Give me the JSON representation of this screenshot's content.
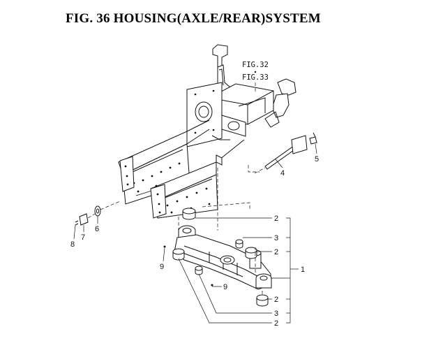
{
  "figure": {
    "title": "FIG. 36  HOUSING(AXLE/REAR)SYSTEM"
  },
  "references": {
    "ref_a": "FIG.32",
    "ref_b": "FIG.33"
  },
  "callouts": {
    "c1": "1",
    "c2a": "2",
    "c2b": "2",
    "c2c": "2",
    "c2d": "2",
    "c3a": "3",
    "c3b": "3",
    "c4": "4",
    "c5": "5",
    "c6": "6",
    "c7": "7",
    "c8": "8",
    "c9a": "9",
    "c9b": "9"
  }
}
